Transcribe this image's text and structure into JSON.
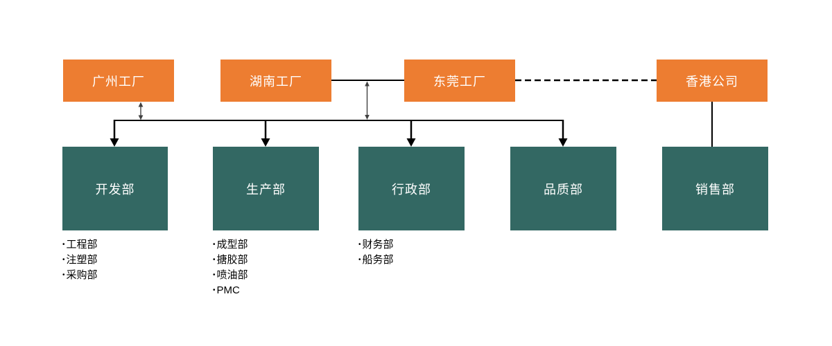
{
  "diagram": {
    "type": "org-chart",
    "bullet": "•",
    "colors": {
      "factory_fill": "#ED7D31",
      "department_fill": "#336863",
      "box_text": "#FFFFFF",
      "connector": "#000000",
      "thin_arrow": "#404040",
      "list_text": "#000000",
      "background": "#FFFFFF"
    },
    "factories": [
      {
        "label": "广州工厂"
      },
      {
        "label": "湖南工厂"
      },
      {
        "label": "东莞工厂"
      },
      {
        "label": "香港公司"
      }
    ],
    "departments": [
      {
        "label": "开发部",
        "sub": [
          "工程部",
          "注塑部",
          "采购部"
        ]
      },
      {
        "label": "生产部",
        "sub": [
          "成型部",
          "搪胶部",
          "喷油部",
          "PMC"
        ]
      },
      {
        "label": "行政部",
        "sub": [
          "财务部",
          "船务部"
        ]
      },
      {
        "label": "品质部",
        "sub": []
      },
      {
        "label": "销售部",
        "sub": []
      }
    ],
    "connections": [
      {
        "from": "湖南工厂",
        "to": "东莞工厂",
        "style": "solid-line"
      },
      {
        "from": "东莞工厂",
        "to": "香港公司",
        "style": "dashed-line"
      },
      {
        "from": "广州工厂",
        "to": "distribution-line",
        "style": "double-headed-arrow"
      },
      {
        "from": "湖南工厂/东莞工厂连线",
        "to": "distribution-line",
        "style": "double-headed-arrow"
      },
      {
        "from": "distribution-line",
        "to": "开发部",
        "style": "arrow"
      },
      {
        "from": "distribution-line",
        "to": "生产部",
        "style": "arrow"
      },
      {
        "from": "distribution-line",
        "to": "行政部",
        "style": "arrow"
      },
      {
        "from": "distribution-line",
        "to": "品质部",
        "style": "arrow"
      },
      {
        "from": "香港公司",
        "to": "销售部",
        "style": "solid-line"
      }
    ]
  }
}
